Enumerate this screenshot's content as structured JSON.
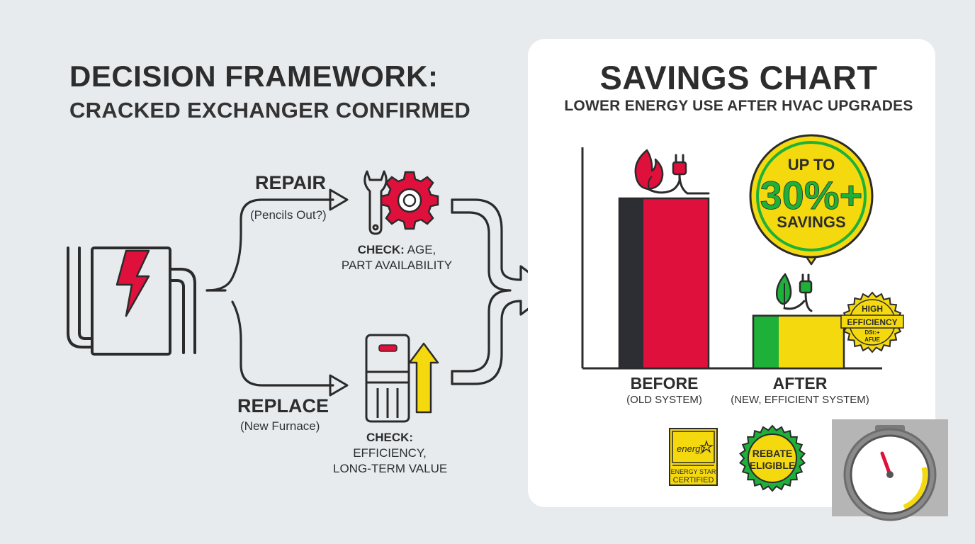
{
  "header": {
    "title": "DECISION FRAMEWORK:",
    "subtitle": "CRACKED EXCHANGER CONFIRMED"
  },
  "framework": {
    "repair": {
      "label": "REPAIR",
      "note": "(Pencils Out?)",
      "check_bold": "CHECK:",
      "check_rest": " AGE,",
      "check_line2": "PART AVAILABILITY"
    },
    "replace": {
      "label": "REPLACE",
      "note": "(New Furnace)",
      "check_bold": "CHECK:",
      "check_line2": "EFFICIENCY,",
      "check_line3": "LONG-TERM VALUE"
    }
  },
  "savings": {
    "title": "SAVINGS CHART",
    "subtitle": "LOWER ENERGY USE AFTER HVAC UPGRADES",
    "callout": {
      "line1": "UP TO",
      "line2": "30%+",
      "line3": "SAVINGS"
    },
    "high_eff_badge": {
      "line1": "HIGH",
      "line2": "EFFICIENCY",
      "line3": "DSt:+",
      "line4": "AFUE"
    },
    "energy_star": {
      "logo": "energy",
      "line1": "ENERGY STAR",
      "line2": "CERTIFIED"
    },
    "rebate": {
      "line1": "REBATE",
      "line2": "ELIGIBLE"
    },
    "colors": {
      "red": "#e0103c",
      "dark": "#2c2e33",
      "yellow": "#f5d90f",
      "green": "#1db13a"
    }
  },
  "chart_data": {
    "type": "bar",
    "title": "SAVINGS CHART",
    "subtitle": "LOWER ENERGY USE AFTER HVAC UPGRADES",
    "categories": [
      "BEFORE",
      "AFTER"
    ],
    "category_notes": [
      "(OLD SYSTEM)",
      "(NEW, EFFICIENT SYSTEM)"
    ],
    "values": [
      100,
      31
    ],
    "xlabel": "",
    "ylabel": "",
    "ylim": [
      0,
      130
    ],
    "grid": false,
    "legend": "none"
  }
}
